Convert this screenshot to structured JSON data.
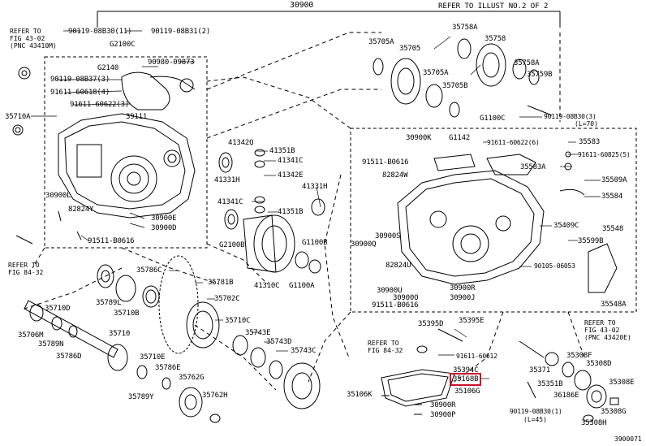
{
  "diagram": {
    "assembly_number": "30900",
    "refer_illust": "REFER TO ILLUST NO.2 OF 2",
    "image_code": "3900071",
    "highlight_color": "#c8102e",
    "notes": {
      "refer_fig43_top_l1": "REFER TO",
      "refer_fig43_top_l2": "FIG 43-02",
      "refer_fig43_top_l3": "(PNC 43410M)",
      "refer_fig84_left_l1": "REFER TO",
      "refer_fig84_left_l2": "FIG 84-32",
      "refer_fig84_bottom_l1": "REFER TO",
      "refer_fig84_bottom_l2": "FIG 84-32",
      "refer_fig43_right_l1": "REFER TO",
      "refer_fig43_right_l2": "FIG 43-02",
      "refer_fig43_right_l3": "(PNC 43420E)",
      "l70": "(L=70)",
      "l45": "(L=45)"
    },
    "labels": {
      "p90119_08B30_11": "90119-08B30(11)",
      "p90119_08B31_2": "90119-08B31(2)",
      "pG2100C_top": "G2100C",
      "pG2140": "G2140",
      "p90980_09873": "90980-09873",
      "p90119_08B37_3": "90119-08B37(3)",
      "p91611_60618_4": "91611-60618(4)",
      "p91611_60622_3": "91611-60622(3)",
      "p39111": "39111",
      "p35710A": "35710A",
      "p30900L": "30900L",
      "p82824Y": "82824Y",
      "p30900E": "30900E",
      "p30900D": "30900D",
      "p91511_B0616_l": "91511-B0616",
      "p41342Q": "41342Q",
      "p41351B_a": "41351B",
      "p41341C_a": "41341C",
      "p41331H_a": "41331H",
      "p41342E": "41342E",
      "p41331H_b": "41331H",
      "p41341C_b": "41341C",
      "p41351B_b": "41351B",
      "pG2100B": "G2100B",
      "pG1100B": "G1100B",
      "p41310C": "41310C",
      "pG1100A": "G1100A",
      "p35705A_a": "35705A",
      "p35705": "35705",
      "p35705A_b": "35705A",
      "p35705B": "35705B",
      "p35758A_a": "35758A",
      "p35758": "35758",
      "p35758A_b": "35758A",
      "p35759B": "35759B",
      "p90119_08B30_3": "90119-08B30(3)",
      "pG1100C": "G1100C",
      "p30900K": "30900K",
      "pG1142": "G1142",
      "p91611_60622_6": "91611-60622(6)",
      "p35583": "35583",
      "p91611_60825_5": "91611-60825(5)",
      "p91511_B0616_r": "91511-B0616",
      "p82824W": "82824W",
      "p35583A": "35583A",
      "p35509A": "35509A",
      "p35584": "35584",
      "p35409C": "35409C",
      "p35548": "35548",
      "p30900S": "30900S",
      "p30900Q": "30900Q",
      "p82824U": "82824U",
      "p35599B": "35599B",
      "p90105_06053": "90105-06053",
      "p30900R_r": "30900R",
      "p30900U": "30900U",
      "p30900O": "30900O",
      "p30900J": "30900J",
      "p91511_B0616_b": "91511-B0616",
      "p35548A": "35548A",
      "p35786C": "35786C",
      "p35781B": "35781B",
      "p35789L": "35789L",
      "p35710B": "35710B",
      "p35702C": "35702C",
      "p35710D": "35710D",
      "p35710C": "35710C",
      "p35706M": "35706M",
      "p35789N": "35789N",
      "p35743E": "35743E",
      "p35710": "35710",
      "p35743D": "35743D",
      "p35743C": "35743C",
      "p35786D": "35786D",
      "p35710E": "35710E",
      "p35786E": "35786E",
      "p35762G": "35762G",
      "p35789Y": "35789Y",
      "p35762H": "35762H",
      "p35395D": "35395D",
      "p35395E": "35395E",
      "p35394C": "35394C",
      "p91611_60612": "91611-60612",
      "p35168B": "35168B",
      "p35106K": "35106K",
      "p35106G": "35106G",
      "p30900R_b": "30900R",
      "p30900P": "30900P",
      "p35371": "35371",
      "p35308F": "35308F",
      "p35308D": "35308D",
      "p35351B": "35351B",
      "p36186E": "36186E",
      "p35308E": "35308E",
      "p90119_08B30_1": "90119-08B30(1)",
      "p35308G": "35308G",
      "p35308H": "35308H"
    }
  }
}
